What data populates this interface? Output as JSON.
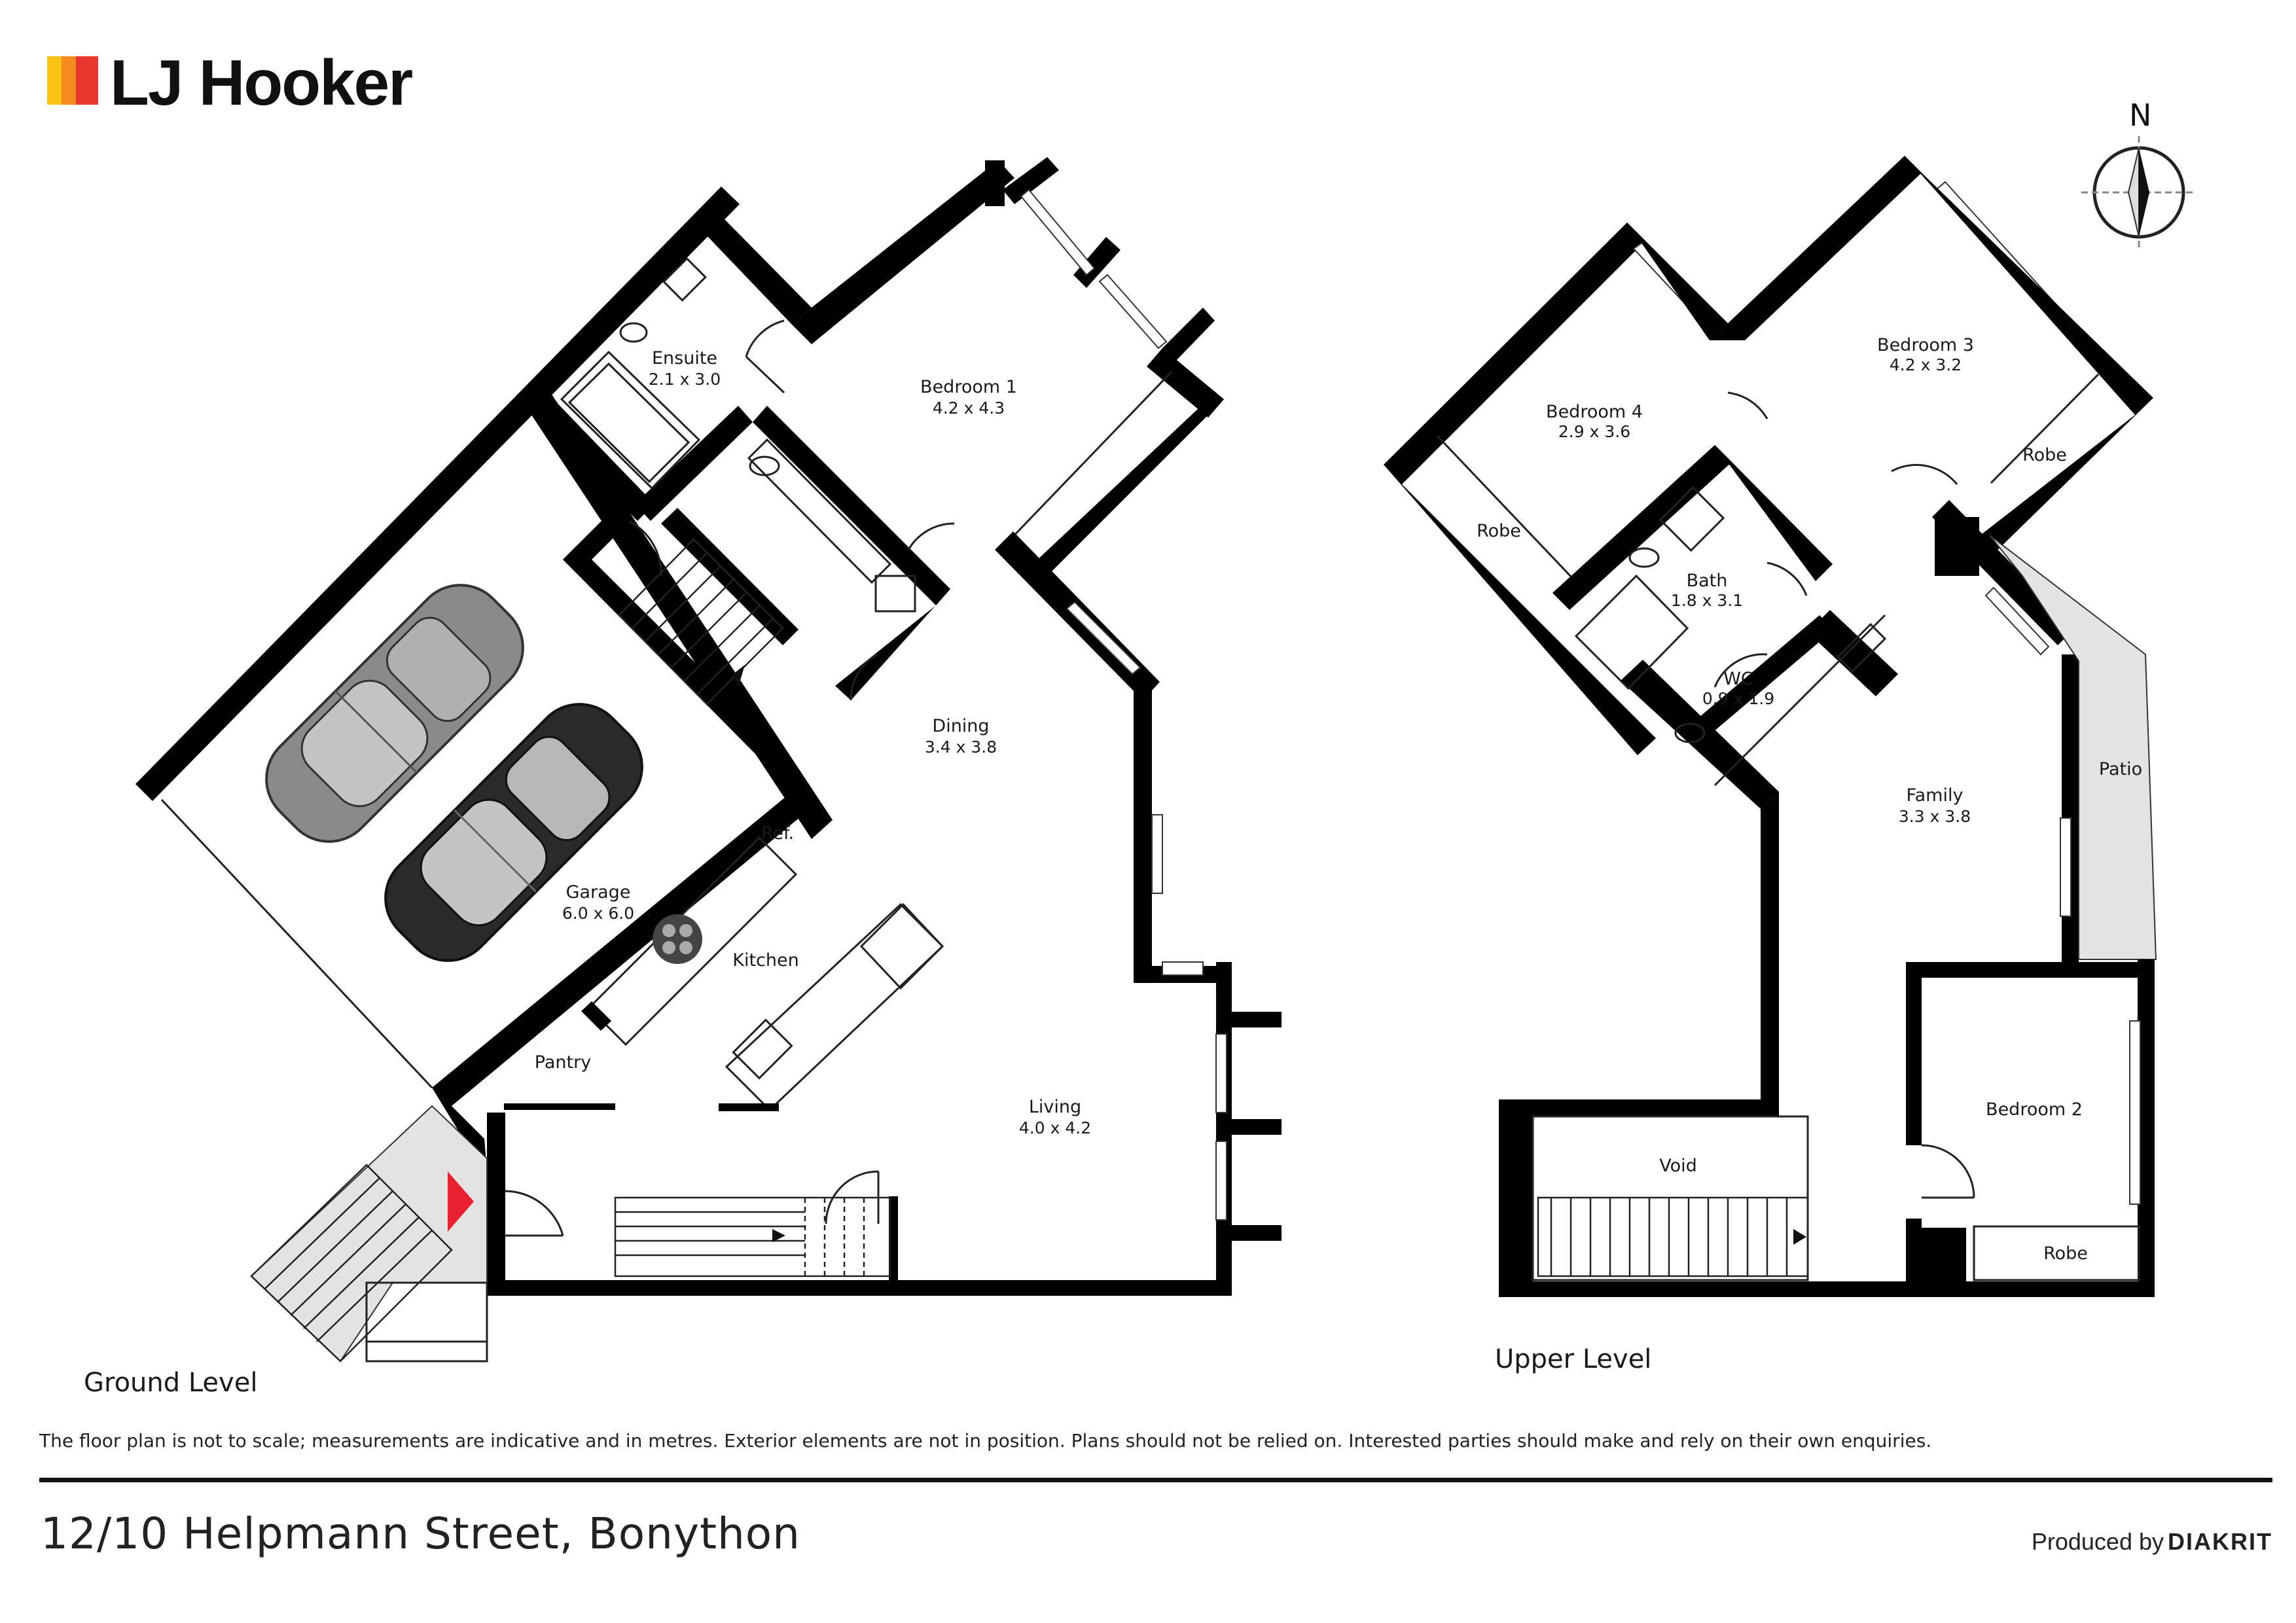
{
  "brand": {
    "name": "LJ Hooker",
    "colors": {
      "yellow": "#f7c416",
      "orange": "#f38b1e",
      "red": "#e8382d",
      "black": "#111111"
    }
  },
  "compass": {
    "label": "N",
    "icon": "compass-icon"
  },
  "levels": {
    "ground": "Ground Level",
    "upper": "Upper Level"
  },
  "rooms": {
    "ensuite": {
      "name": "Ensuite",
      "dims": "2.1 x 3.0"
    },
    "bedroom1": {
      "name": "Bedroom 1",
      "dims": "4.2 x 4.3"
    },
    "dining": {
      "name": "Dining",
      "dims": "3.4 x 3.8"
    },
    "garage": {
      "name": "Garage",
      "dims": "6.0 x 6.0"
    },
    "kitchen": {
      "name": "Kitchen"
    },
    "ref": {
      "name": "Ref."
    },
    "pantry": {
      "name": "Pantry"
    },
    "living": {
      "name": "Living",
      "dims": "4.0 x 4.2"
    },
    "bedroom4": {
      "name": "Bedroom 4",
      "dims": "2.9 x 3.6"
    },
    "bedroom3": {
      "name": "Bedroom 3",
      "dims": "4.2 x 3.2"
    },
    "robe4": {
      "name": "Robe"
    },
    "robe3": {
      "name": "Robe"
    },
    "bath": {
      "name": "Bath",
      "dims": "1.8 x 3.1"
    },
    "wc": {
      "name": "WC",
      "dims": "0.9 x 1.9"
    },
    "family": {
      "name": "Family",
      "dims": "3.3 x 3.8"
    },
    "patio": {
      "name": "Patio"
    },
    "bedroom2": {
      "name": "Bedroom 2"
    },
    "robe2": {
      "name": "Robe"
    },
    "void": {
      "name": "Void"
    }
  },
  "colors": {
    "wall": "#000000",
    "patio": "#e3e3e3",
    "entry": "#e3e3e3",
    "entry_arrow": "#e8202f",
    "car1": "#8a8a8a",
    "car2": "#2a2a2a"
  },
  "disclaimer": "The floor plan is not to scale; measurements are indicative and in metres. Exterior elements are not in position. Plans should not be relied on. Interested parties should make and rely on their own enquiries.",
  "address": "12/10 Helpmann Street, Bonython",
  "producer": {
    "prefix": "Produced by",
    "name": "DIAKRIT"
  }
}
